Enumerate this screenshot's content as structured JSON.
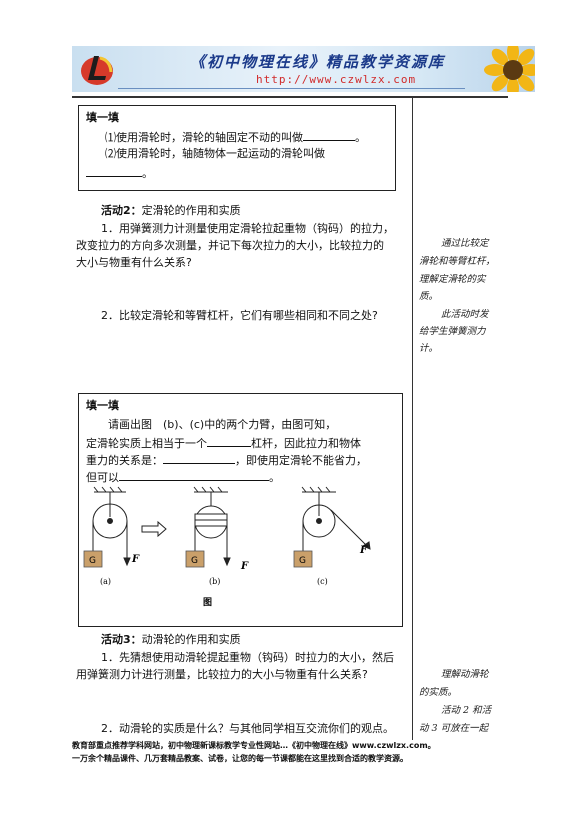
{
  "banner": {
    "title": "《初中物理在线》精品教学资源库",
    "url": "http://www.czwlzx.com"
  },
  "box1": {
    "heading": "填一填",
    "line1": "⑴使用滑轮时，滑轮的轴固定不动的叫做",
    "line1_end": "。",
    "line2": "⑵使用滑轮时，轴随物体一起运动的滑轮叫做",
    "line3_end": "。"
  },
  "activity2": {
    "title": "活动2：",
    "title_rest": "定滑轮的作用和实质",
    "q1_line1": "1．用弹簧测力计测量使用定滑轮拉起重物（钩码）的拉力，",
    "q1_line2": "改变拉力的方向多次测量，并记下每次拉力的大小，比较拉力的",
    "q1_line3": "大小与物重有什么关系?",
    "q2": "2．比较定滑轮和等臂杠杆，它们有哪些相同和不同之处?"
  },
  "side_notes": {
    "n1": "通过比较定",
    "n2": "滑轮和等臂杠杆，",
    "n3": "理解定滑轮的实",
    "n4": "质。",
    "n5": "此活动时发",
    "n6": "给学生弹簧测力",
    "n7": "计。",
    "n8": "理解动滑轮",
    "n9": "的实质。",
    "n10": "活动 2 和活",
    "n11": "动 3 可放在一起"
  },
  "box2": {
    "heading": "填一填",
    "l1": "请画出图　(b)、(c)中的两个力臂，由图可知，",
    "l2a": "定滑轮实质上相当于一个",
    "l2b": "杠杆，因此拉力和物体",
    "l3a": "重力的关系是：",
    "l3b": "，即使用定滑轮不能省力，",
    "l4a": "但可以",
    "l4b": "。"
  },
  "figure": {
    "weight_label": "G",
    "force_label": "F",
    "cap_a": "(a)",
    "cap_b": "(b)",
    "cap_c": "(c)",
    "fig_label": "图"
  },
  "activity3": {
    "title": "活动3：",
    "title_rest": "动滑轮的作用和实质",
    "q1_line1": "1．先猜想使用动滑轮提起重物（钩码）时拉力的大小，然后",
    "q1_line2": "用弹簧测力计进行测量，比较拉力的大小与物重有什么关系?",
    "q2": "2．动滑轮的实质是什么？与其他同学相互交流你们的观点。"
  },
  "footer": {
    "line1": "教育部重点推荐学科网站，初中物理新课标教学专业性网站…《初中物理在线》www.czwlzx.com。",
    "line2": "一万余个精品课件、几万套精品教案、试卷，让您的每一节课都能在这里找到合适的教学资源。"
  }
}
